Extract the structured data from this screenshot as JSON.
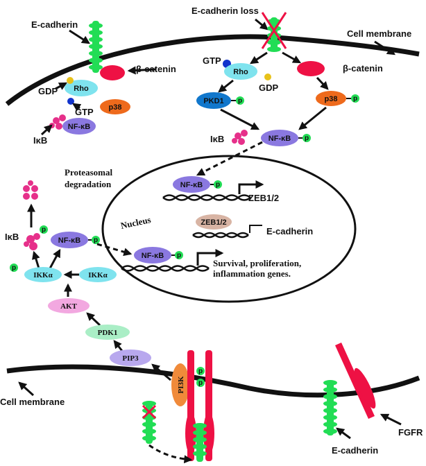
{
  "labels": {
    "ecadherin_top": "E-cadherin",
    "ecadherin_loss": "E-cadherin loss",
    "cell_membrane_top": "Cell membrane",
    "cell_membrane_bottom": "Cell membrane",
    "beta_catenin_left": "β-catenin",
    "beta_catenin_right": "β-catenin",
    "gtp_top": "GTP",
    "gdp_left": "GDP",
    "gtp_left": "GTP",
    "gdp_mid": "GDP",
    "rho_left": "Rho",
    "rho_right": "Rho",
    "p38_left": "p38",
    "p38_right": "p38",
    "pkd1": "PKD1",
    "nfkb_left": "NF-κB",
    "nfkb_right": "NF-κB",
    "nfkb_nucleus": "NF-κB",
    "nfkb_mid": "NF-κB",
    "nfkb_nucleus2": "NF-κB",
    "ikb_left": "IκB",
    "ikb_mid": "IκB",
    "ikb_low": "IκB",
    "proteasomal": "Proteasomal",
    "degradation": "degradation",
    "nucleus": "Nucleus",
    "zeb12_gene": "ZEB1/2",
    "zeb12_protein": "ZEB1/2",
    "ecadherin_gene": "E-cadherin",
    "survival_1": "Survival, proliferation,",
    "survival_2": "inflammation genes.",
    "ikka_p": "IKKα",
    "ikka": "IKKα",
    "akt": "AKT",
    "pdk1": "PDK1",
    "pip3": "PIP3",
    "pi3k": "PI3K",
    "ecadherin_bottom": "E-cadherin",
    "fgfr": "FGFR",
    "p": "p"
  },
  "colors": {
    "green": "#22dd55",
    "red": "#ee1144",
    "cyan": "#7fe3ee",
    "orange": "#ee6a1c",
    "purple": "#8a78e0",
    "blue": "#1177cc",
    "magenta": "#e6308a",
    "pink": "#f2a8e0",
    "mint": "#aaeec6",
    "lavender": "#b8a8ee",
    "tan": "#d8b4a4",
    "peach": "#f08a3a"
  }
}
